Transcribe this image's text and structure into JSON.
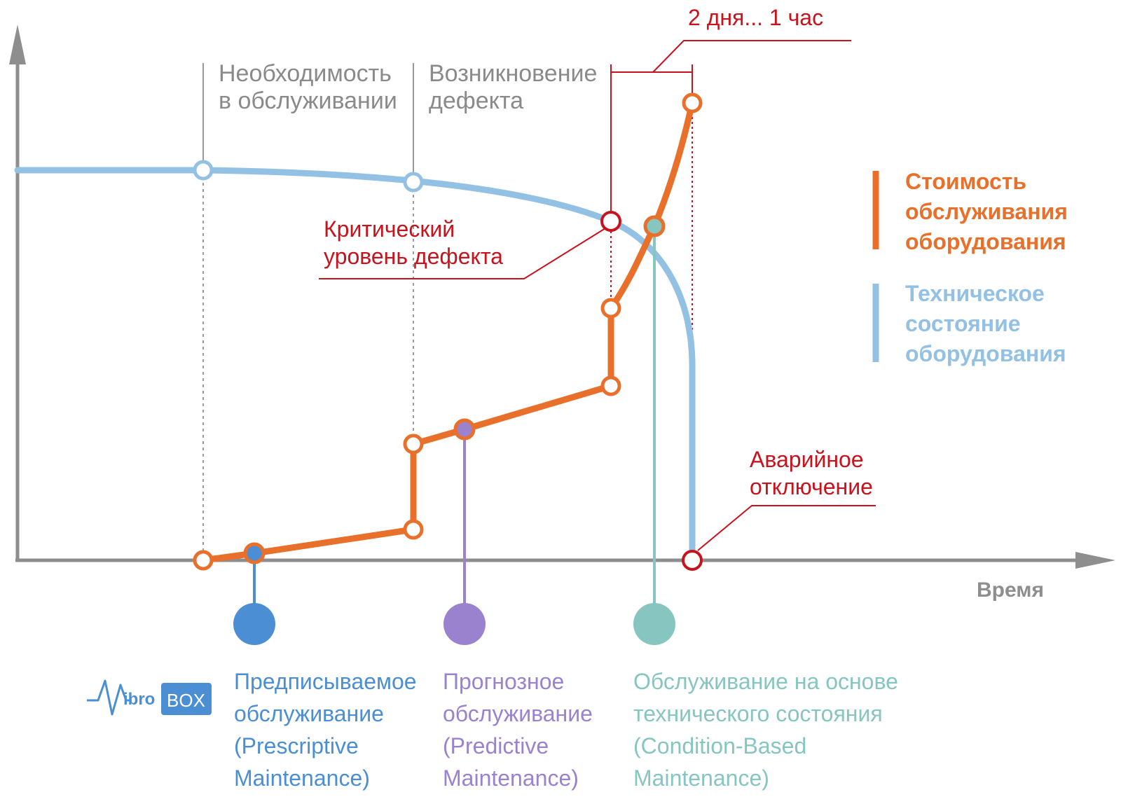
{
  "colors": {
    "axis": "#8e8e8e",
    "technical_state": "#93c1e4",
    "cost": "#e8702a",
    "critical": "#c8121c",
    "prescriptive": "#4b8ed3",
    "predictive": "#9a82cf",
    "condition_based": "#86c5c0",
    "annotation_gray": "#8a8a8a"
  },
  "annotations": {
    "need_service": {
      "line1": "Необходимость",
      "line2": "в обслуживании"
    },
    "defect_onset": {
      "line1": "Возникновение",
      "line2": "дефекта"
    },
    "time_window": "2 дня... 1 час",
    "critical_level": {
      "line1": "Критический",
      "line2": "уровень дефекта"
    },
    "emergency_shutdown": {
      "line1": "Аварийное",
      "line2": "отключение"
    }
  },
  "legend": {
    "cost": {
      "line1": "Стоимость",
      "line2": "обслуживания",
      "line3": "оборудования"
    },
    "state": {
      "line1": "Техническое",
      "line2": "состояние",
      "line3": "оборудования"
    }
  },
  "axis": {
    "x_label": "Время"
  },
  "methods": {
    "prescriptive": {
      "line1": "Предписываемое",
      "line2": "обслуживание",
      "line3": "(Prescriptive",
      "line4": "Maintenance)"
    },
    "predictive": {
      "line1": "Прогнозное",
      "line2": "обслуживание",
      "line3": "(Predictive",
      "line4": "Maintenance)"
    },
    "condition_based": {
      "line1": "Обслуживание на основе",
      "line2": "технического состояния",
      "line3": "(Condition-Based",
      "line4": "Maintenance)"
    }
  },
  "logo": {
    "text1": "ibro",
    "text2": "BOX"
  }
}
